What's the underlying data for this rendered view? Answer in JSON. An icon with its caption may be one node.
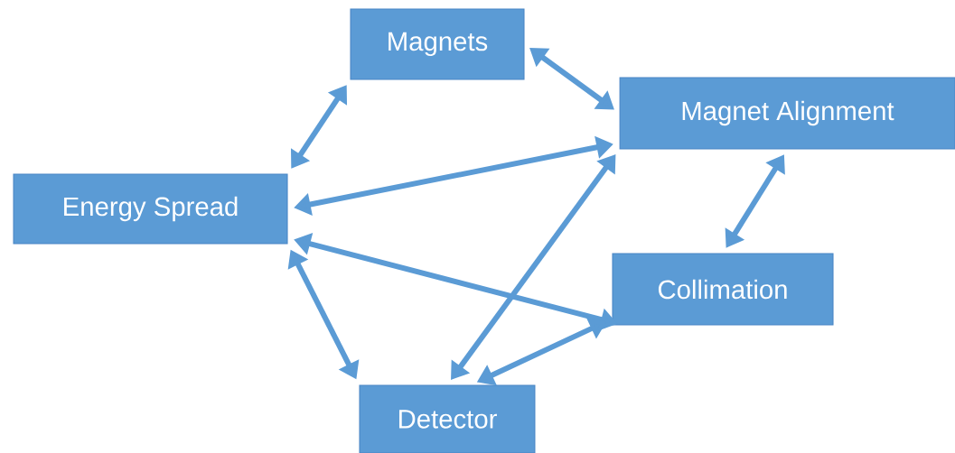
{
  "diagram": {
    "nodes": [
      {
        "text": [
          "Magnets"
        ]
      },
      {
        "text": [
          "Magnet Alignment"
        ]
      },
      {
        "text": [
          "Energy Spread"
        ]
      },
      {
        "text": [
          "Collimation"
        ]
      },
      {
        "text": [
          "Detector"
        ]
      }
    ],
    "edges": [
      {
        "from": 0,
        "to": 2,
        "arrow": "both"
      },
      {
        "from": 0,
        "to": 1,
        "arrow": "both"
      },
      {
        "from": 2,
        "to": 1,
        "arrow": "both"
      },
      {
        "from": 2,
        "to": 3,
        "arrow": "both"
      },
      {
        "from": 2,
        "to": 4,
        "arrow": "both"
      },
      {
        "from": 4,
        "to": 1,
        "arrow": "both"
      },
      {
        "from": 4,
        "to": 3,
        "arrow": "both"
      },
      {
        "from": 1,
        "to": 3,
        "arrow": "both"
      }
    ]
  }
}
